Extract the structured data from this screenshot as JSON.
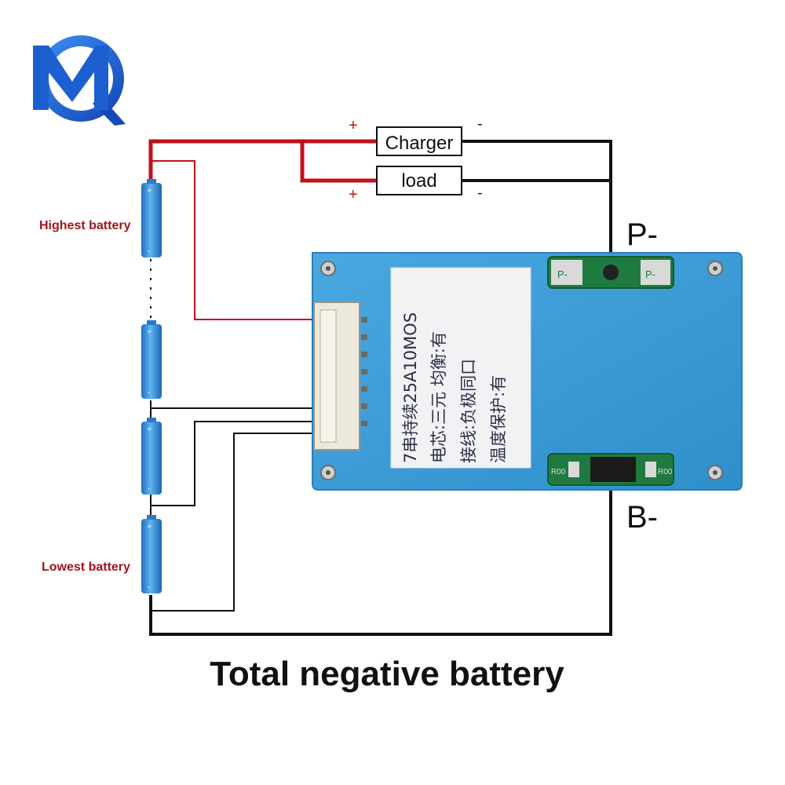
{
  "logo": {
    "text": "MQ",
    "colors": {
      "primary": "#1d5fd1",
      "secondary": "#3a8cf0"
    }
  },
  "boxes": {
    "charger": "Charger",
    "load": "load"
  },
  "signs": {
    "charger_plus": "+",
    "charger_minus": "-",
    "load_plus": "+",
    "load_minus": "-"
  },
  "terminals": {
    "p_minus": "P-",
    "b_minus": "B-"
  },
  "batteries": {
    "highest_label": "Highest battery",
    "lowest_label": "Lowest battery"
  },
  "caption": "Total negative battery",
  "board": {
    "sticker_lines": [
      "7串持续25A10MOS",
      "电芯:三元 均衡:有",
      "接线:负极同口",
      "温度保护:有"
    ],
    "pad_labels": {
      "p_left": "P-",
      "p_right": "P-",
      "b_left": "R00",
      "b_right": "R00"
    }
  },
  "colors": {
    "wire_red": "#c0101a",
    "wire_black": "#111111",
    "board": "#3d9cd6",
    "battery": "#2f86d6"
  }
}
